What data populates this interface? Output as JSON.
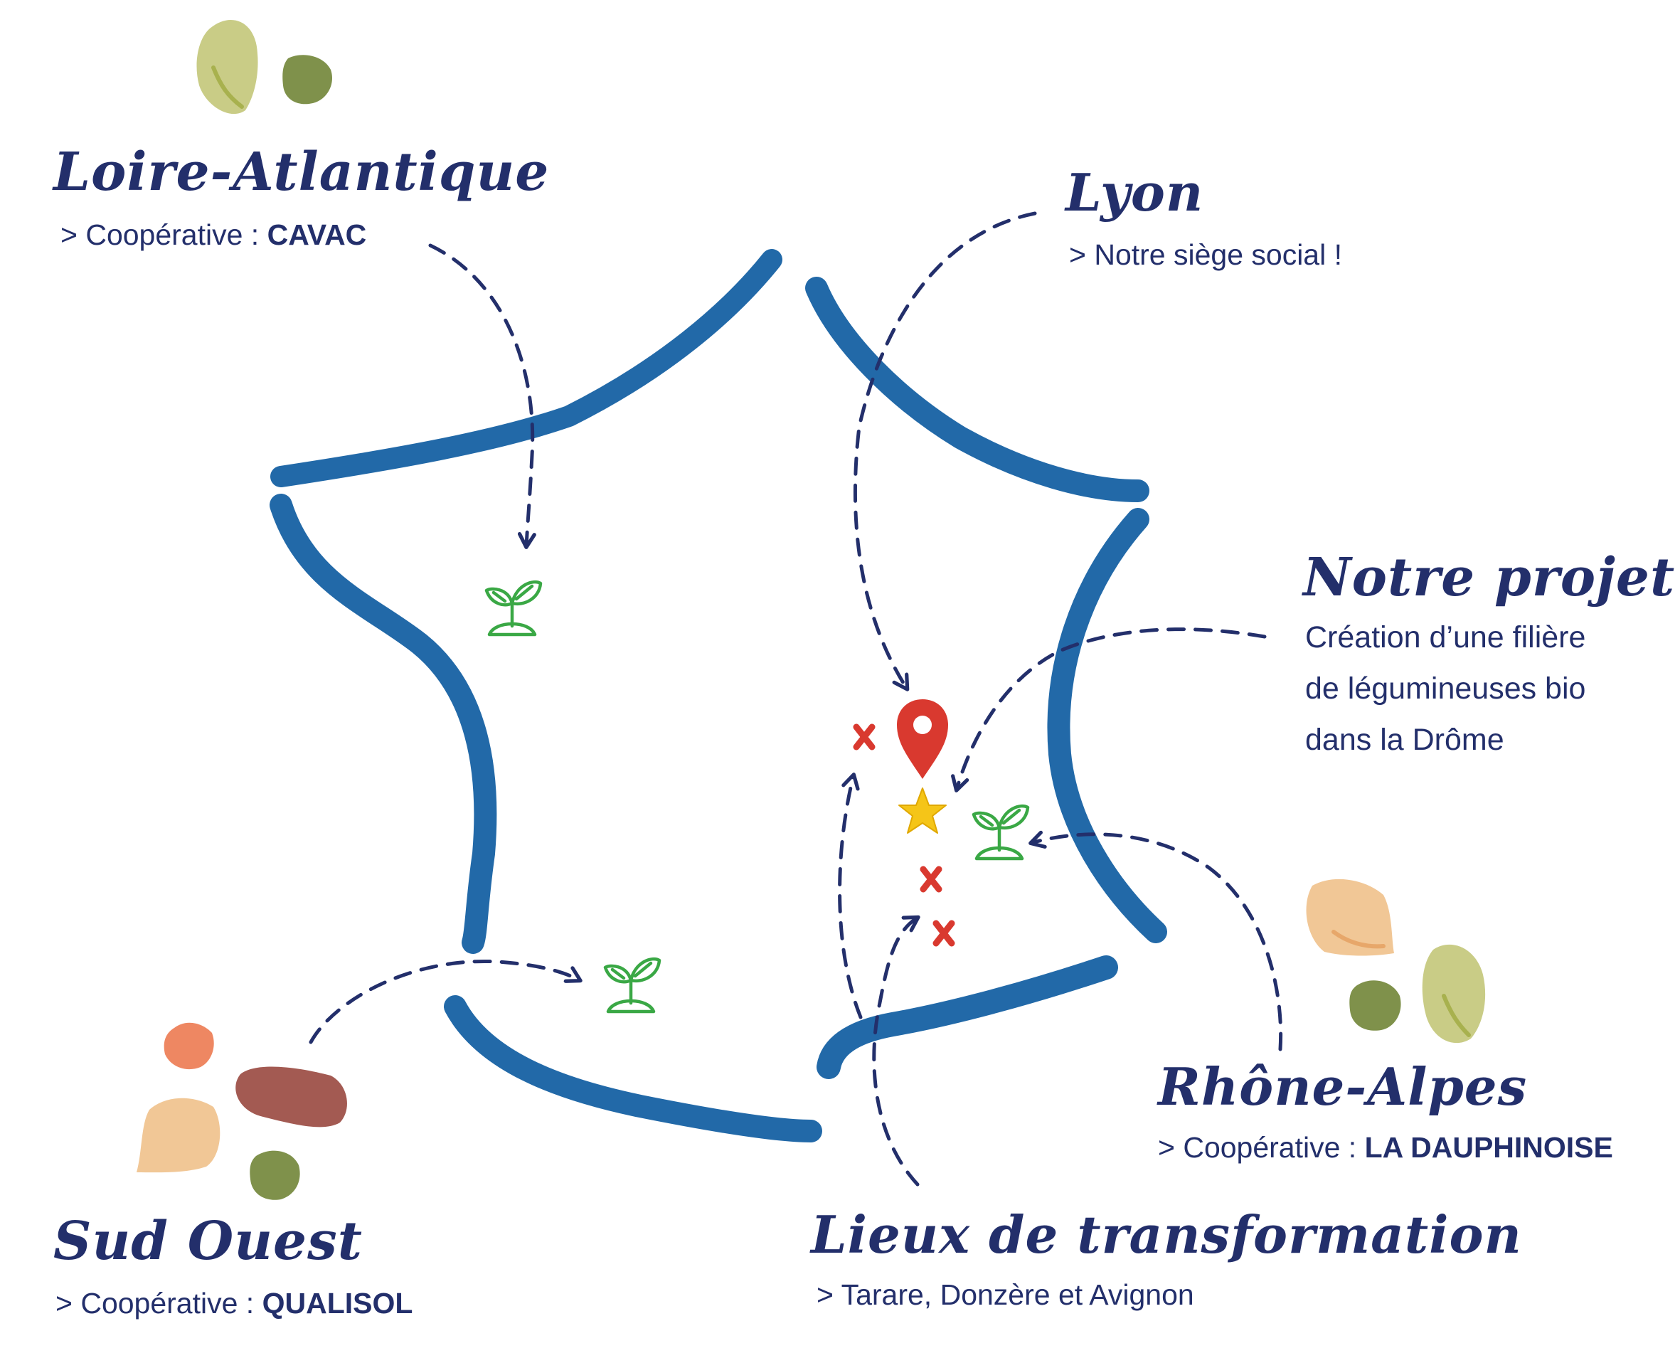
{
  "regions": {
    "loire": {
      "title": "Loire-Atlantique",
      "prefix": "> Coopérative : ",
      "value": "CAVAC"
    },
    "lyon": {
      "title": "Lyon",
      "subtitle": "> Notre siège social !"
    },
    "projet": {
      "title": "Notre projet",
      "lines": [
        "Création d’une filière",
        "de légumineuses bio",
        "dans la Drôme"
      ]
    },
    "rhone": {
      "title": "Rhône-Alpes",
      "prefix": "> Coopérative : ",
      "value": "LA DAUPHINOISE"
    },
    "sudouest": {
      "title": "Sud Ouest",
      "prefix": "> Coopérative : ",
      "value": "QUALISOL"
    },
    "lieux": {
      "title": "Lieux de transformation",
      "subtitle": "> Tarare, Donzère et Avignon"
    }
  },
  "markers": {
    "sprout": "sprout-icon",
    "pin": "map-pin-icon",
    "star": "star-icon",
    "cross": "cross-mark-icon"
  },
  "colors": {
    "border": "#2269a8",
    "text": "#232f6b",
    "arrow": "#232f6b",
    "sprout": "#3aa845",
    "pin": "#d9392f",
    "star": "#f5c518",
    "cross": "#d9392f"
  }
}
